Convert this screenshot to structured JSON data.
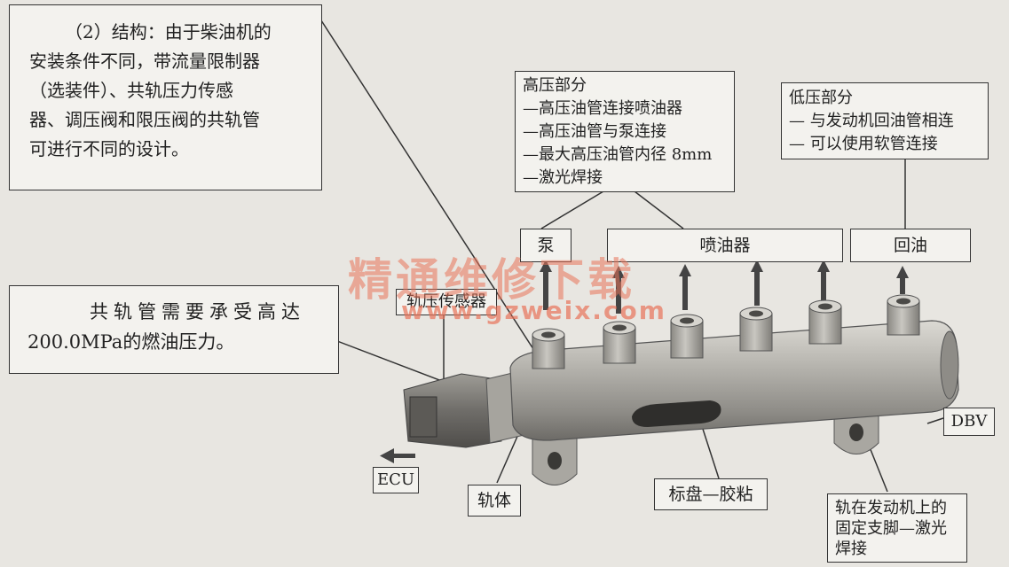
{
  "structure_note": {
    "lines": [
      "（2）结构：由于柴油机的",
      "安装条件不同，带流量限制器",
      "（选装件）、共轨压力传感",
      "器、调压阀和限压阀的共轨管",
      "可进行不同的设计。"
    ]
  },
  "pressure_note": {
    "lines": [
      "共轨管需要承受高达",
      "200.0MPa的燃油压力。"
    ]
  },
  "high_pressure": {
    "lines": [
      "高压部分",
      "—高压油管连接喷油器",
      "—高压油管与泵连接",
      "—最大高压油管内径 8mm",
      "—激光焊接"
    ]
  },
  "low_pressure": {
    "lines": [
      "低压部分",
      "— 与发动机回油管相连",
      "— 可以使用软管连接"
    ]
  },
  "labels": {
    "pump": "泵",
    "injector": "喷油器",
    "return": "回油",
    "rail_pressure_sensor": "轨压传感器",
    "ecu": "ECU",
    "rail_body": "轨体",
    "nameplate": "标盘—胶粘",
    "dbv": "DBV",
    "mount": [
      "轨在发动机上的",
      "固定支脚—激光",
      "焊接"
    ]
  },
  "watermark": {
    "title": "精通维修下载",
    "url": "www.gzweix.com"
  }
}
